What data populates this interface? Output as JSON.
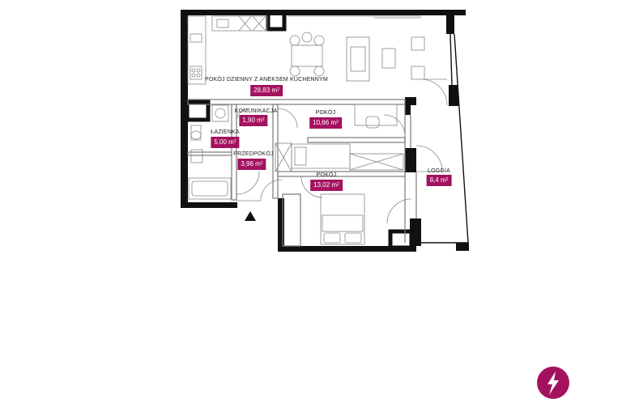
{
  "rooms": {
    "living": {
      "name": "POKÓJ DZIENNY Z ANEKSEM KUCHENNYM",
      "area": "28,83 m",
      "unit_sup": "2"
    },
    "corridor": {
      "name": "KOMUNIKACJA",
      "area": "1,90 m",
      "unit_sup": "2"
    },
    "bedroom1": {
      "name": "POKÓJ",
      "area": "10,66 m",
      "unit_sup": "2"
    },
    "bathroom": {
      "name": "ŁAZIENKA",
      "area": "5,00 m",
      "unit_sup": "2"
    },
    "hall": {
      "name": "PRZEDPOKÓJ",
      "area": "3,96 m",
      "unit_sup": "2"
    },
    "bedroom2": {
      "name": "POKÓJ",
      "area": "13,02 m",
      "unit_sup": "2"
    },
    "loggia": {
      "name": "LOGGIA",
      "area": "8,4 m",
      "unit_sup": "2"
    }
  },
  "colors": {
    "accent": "#a4125f",
    "wall": "#111111",
    "line": "#9a9a9a"
  },
  "icons": {
    "entrance": "entrance-arrow-icon",
    "logo": "brand-logo-icon"
  }
}
